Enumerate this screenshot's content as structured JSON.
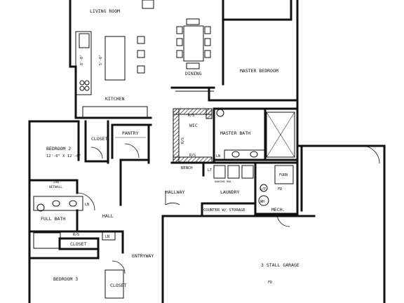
{
  "rooms": {
    "living_room": "LIVING ROOM",
    "kitchen": "KITCHEN",
    "dining": "DINING",
    "master_bedroom": "MASTER BEDROOM",
    "pantry": "PANTRY",
    "closet_1": "CLOSET",
    "bedroom_2": "BEDROOM 2",
    "bedroom_2_size": "12'-0\" X 12'-6\"",
    "wic": "WIC",
    "master_bath": "MASTER BATH",
    "bench": "BENCH",
    "laundry": "LAUNDRY",
    "hallway": "HALLWAY",
    "full_bath": "FULL BATH",
    "hall": "HALL",
    "closet_2": "CLOSET",
    "entryway": "ENTRYWAY",
    "bedroom_3": "BEDROOM 3",
    "closet_3": "CLOSET",
    "counter": "COUNTER W/ STORAGE",
    "mech": "MECH.",
    "garage": "3 STALL GARAGE"
  },
  "tags": {
    "rs_1": "R/S",
    "rs_2": "R/S",
    "rs_3": "R/S",
    "rs_4": "R/S",
    "ln_1": "LN",
    "ln_2": "LN",
    "ln_3": "LN",
    "lt": "LT",
    "hanging_rod": "HANGING ROD",
    "wall_2x6": "2X6",
    "wetwall": "WETWALL",
    "furn": "FURN",
    "fd_1": "FD",
    "fd_2": "FD",
    "wh": "WH",
    "sp": "S/P",
    "dim_8_0": "8'-0\"",
    "dim_5_0": "5'-0\""
  }
}
